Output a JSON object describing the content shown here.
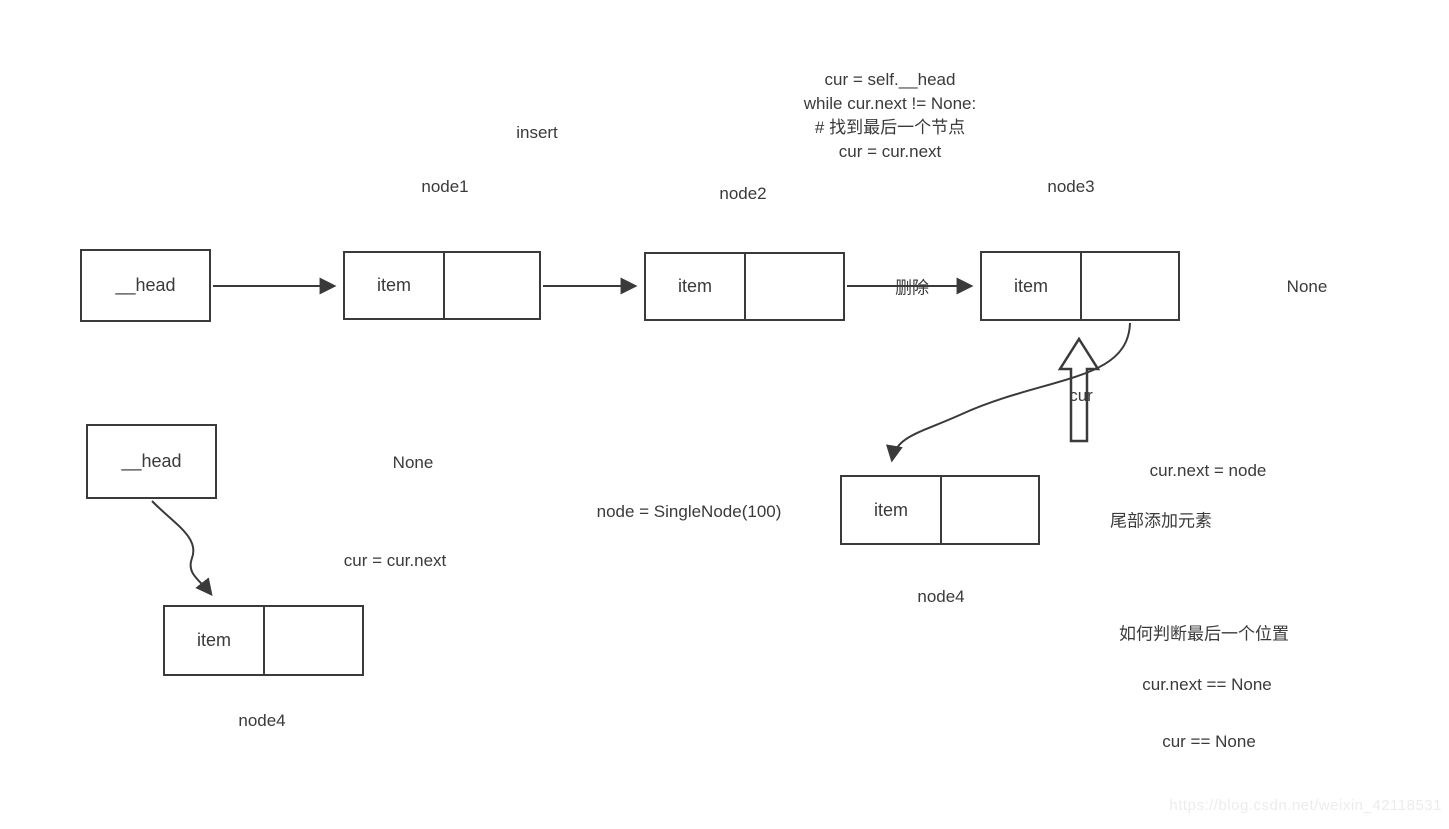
{
  "page": {
    "background_color": "#ffffff",
    "ink_color": "#3a3a3a",
    "watermark_color": "#ececec"
  },
  "code_block": {
    "lines": [
      "cur = self.__head",
      "while cur.next != None:",
      "# 找到最后一个节点",
      "cur = cur.next"
    ]
  },
  "boxes": {
    "head_top": {
      "label": "__head"
    },
    "head_bottom": {
      "label": "__head"
    },
    "node1": {
      "item_label": "item"
    },
    "node2": {
      "item_label": "item"
    },
    "node3": {
      "item_label": "item"
    },
    "node4_mid": {
      "item_label": "item"
    },
    "node4_bottom": {
      "item_label": "item"
    }
  },
  "labels": {
    "insert": "insert",
    "node1": "node1",
    "node2": "node2",
    "node3": "node3",
    "none_row1": "None",
    "delete": "删除",
    "cur": "cur",
    "cur_next_assign": "cur.next = node",
    "tail_append": "尾部添加元素",
    "node4_mid": "node4",
    "single_node_call": "node = SingleNode(100)",
    "none_left": "None",
    "cur_advance": "cur = cur.next",
    "node4_bottom": "node4",
    "how_to_judge_last": "如何判断最后一个位置",
    "cur_next_eq_none": "cur.next == None",
    "cur_eq_none": "cur == None"
  },
  "icons": {
    "cur_pointer": "up-block-arrow"
  },
  "watermark": "https://blog.csdn.net/weixin_42118531"
}
